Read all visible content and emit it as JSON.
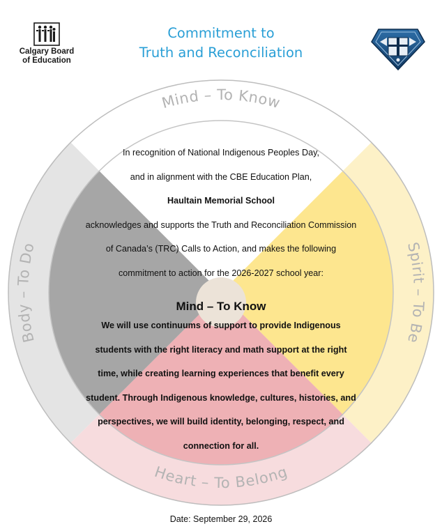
{
  "header": {
    "org_name_line1": "Calgary Board",
    "org_name_line2": "of Education",
    "title_line1": "Commitment to",
    "title_line2": "Truth and Reconciliation"
  },
  "wheel": {
    "top_label": "Mind – To Know",
    "left_label": "Body – To Do",
    "right_label": "Spirit – To Be",
    "bottom_label": "Heart – To Belong"
  },
  "statement": {
    "line1": "In recognition of National Indigenous Peoples Day,",
    "line2": "and in alignment with the CBE Education Plan,",
    "school": "Haultain Memorial School",
    "line4": "acknowledges and supports the Truth and Reconciliation Commission",
    "line5": "of Canada’s (TRC) Calls to Action, and makes the following",
    "line6": "commitment to action for the 2026-2027 school year:"
  },
  "commitment": {
    "title": "Mind – To Know",
    "lines": [
      "We will use continuums of support to provide Indigenous",
      "students with the right literacy and math support at the right",
      "time, while creating learning experiences that benefit every",
      "student. Through Indigenous knowledge, cultures, histories, and",
      "perspectives, we will build identity, belonging, respect, and",
      "connection for all."
    ]
  },
  "date": "Date: September 29, 2026",
  "colors": {
    "title_blue": "#2a9fd6",
    "mind_white": "#ffffff",
    "body_gray": "#a6a6a6",
    "spirit_yellow": "#fde68f",
    "heart_pink": "#eeb1b5",
    "center": "#ece3d8"
  },
  "icons": {
    "left_logo": "cbe-figures-logo",
    "right_logo": "diamond-crest-logo"
  }
}
